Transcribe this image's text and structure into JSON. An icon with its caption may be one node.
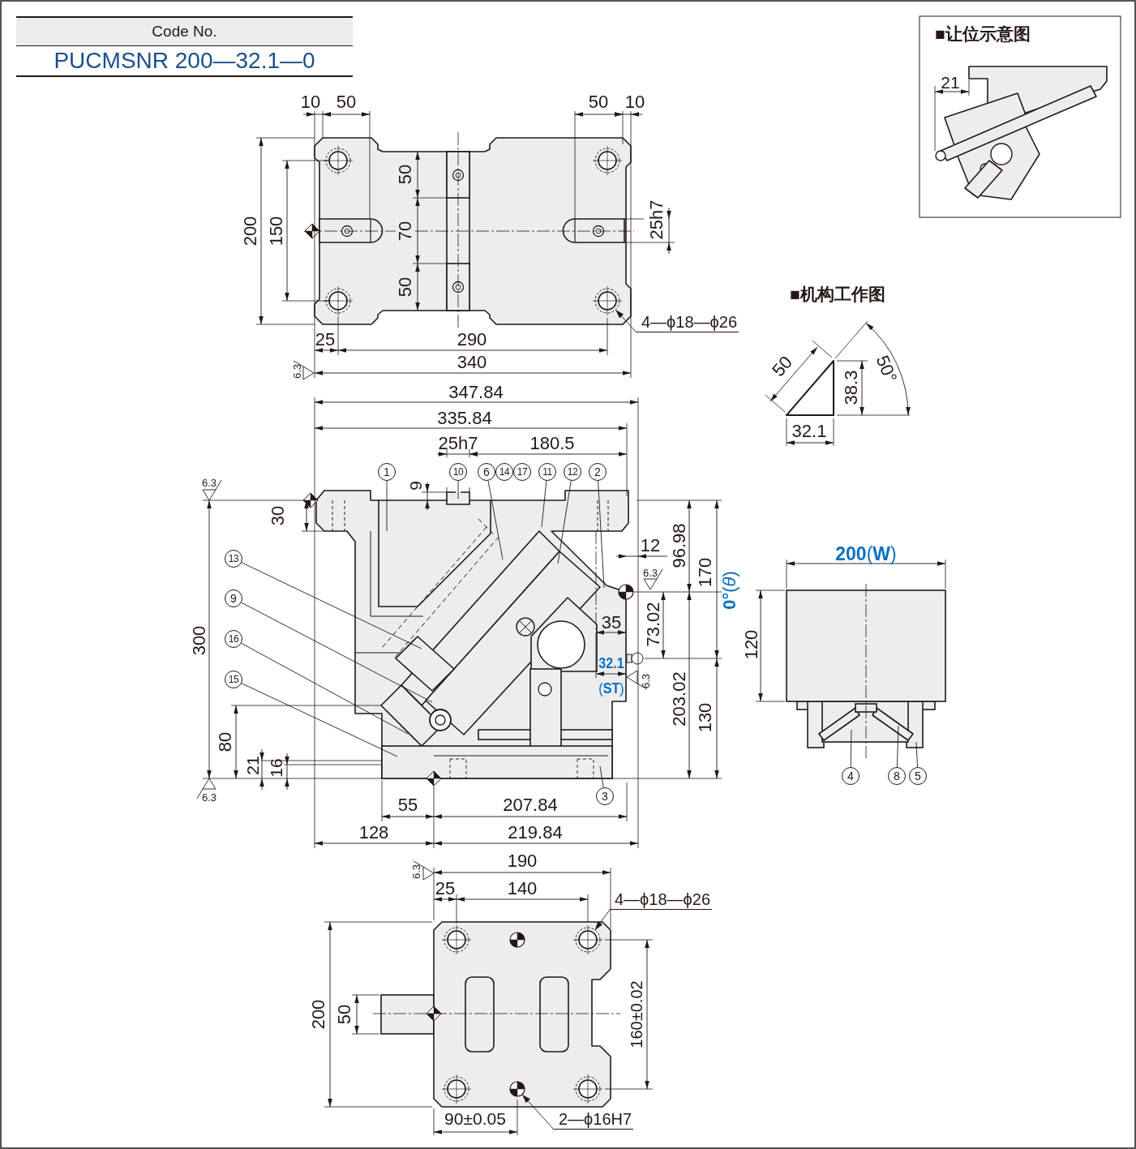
{
  "diagram": {
    "nodes": [
      {
        "text": [
          "1"
        ]
      },
      {
        "text": [
          "10"
        ]
      },
      {
        "text": [
          "6"
        ]
      },
      {
        "text": [
          "14"
        ]
      },
      {
        "text": [
          "17"
        ]
      },
      {
        "text": [
          "11"
        ]
      },
      {
        "text": [
          "12"
        ]
      },
      {
        "text": [
          "2"
        ]
      },
      {
        "text": [
          "4—ϕ18—ϕ26"
        ]
      },
      {
        "text": [
          "13"
        ]
      },
      {
        "text": [
          "9"
        ]
      },
      {
        "text": [
          "16"
        ]
      },
      {
        "text": [
          "15"
        ]
      },
      {
        "text": [
          "3"
        ]
      },
      {
        "text": [
          "4"
        ]
      },
      {
        "text": [
          "8"
        ]
      },
      {
        "text": [
          "5"
        ]
      },
      {
        "text": [
          "4—ϕ18—ϕ26"
        ]
      },
      {
        "text": [
          "2—ϕ16H7"
        ]
      },
      {
        "text": [],
        "shape": "circle"
      },
      {
        "text": [],
        "shape": "circle"
      },
      {
        "text": [],
        "shape": "circle"
      }
    ],
    "edges": [
      {
        "from": 0,
        "to": null,
        "arrow": "none"
      },
      {
        "from": 1,
        "to": null,
        "arrow": "none"
      },
      {
        "from": 2,
        "to": null,
        "arrow": "none"
      },
      {
        "from": 5,
        "to": null,
        "arrow": "none"
      },
      {
        "from": 6,
        "to": null,
        "arrow": "none"
      },
      {
        "from": 7,
        "to": null,
        "arrow": "none"
      },
      {
        "from": 8,
        "to": 19,
        "arrow": "to"
      },
      {
        "from": 9,
        "to": null,
        "arrow": "none"
      },
      {
        "from": 10,
        "to": null,
        "arrow": "none"
      },
      {
        "from": 11,
        "to": null,
        "arrow": "none"
      },
      {
        "from": 12,
        "to": null,
        "arrow": "none"
      },
      {
        "from": 13,
        "to": null,
        "arrow": "none"
      },
      {
        "from": 14,
        "to": null,
        "arrow": "none"
      },
      {
        "from": 15,
        "to": null,
        "arrow": "none"
      },
      {
        "from": 16,
        "to": null,
        "arrow": "none"
      },
      {
        "from": 17,
        "to": 20,
        "arrow": "to"
      },
      {
        "from": 18,
        "to": 21,
        "arrow": "to"
      }
    ],
    "labels": [
      "Code No.",
      "PUCMSNR 200—32.1—0",
      "10",
      "50",
      "50",
      "10",
      "■让位示意图",
      "21",
      "200",
      "150",
      "50",
      "70",
      "50",
      "25h7",
      "25",
      "290",
      "340",
      "6.3",
      "■机构工作图",
      "50",
      "38.3",
      "50°",
      "32.1",
      "347.84",
      "335.84",
      "25h7",
      "180.5",
      "6.3",
      "9",
      "30",
      "12",
      "96.98",
      "170",
      "**0°**(*θ*)",
      "6.3",
      "35",
      "73.02",
      "**32.1**",
      "(**ST**)",
      "6.3",
      "300",
      "203.02",
      "130",
      "80",
      "21",
      "16",
      "6.3",
      "55",
      "207.84",
      "128",
      "219.84",
      "**200**(**W**)",
      "120",
      "190",
      "6.3",
      "25",
      "140",
      "200",
      "50",
      "160±0.02",
      "90±0.05"
    ]
  }
}
